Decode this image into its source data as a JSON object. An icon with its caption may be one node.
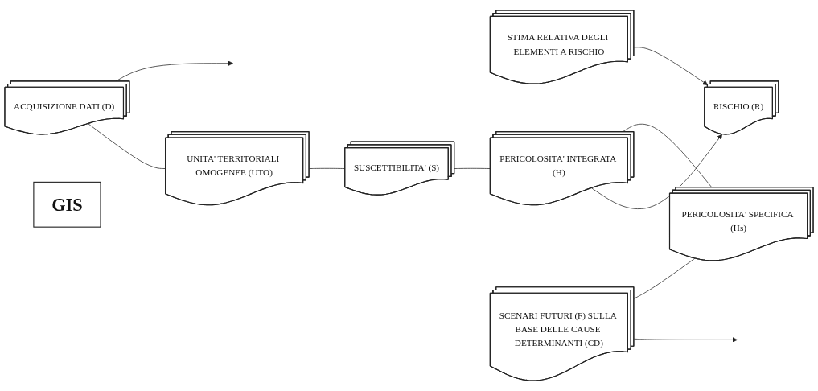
{
  "diagram": {
    "nodes": [
      {
        "text": [
          "UNITA' TERRITORIALI OMOGENEE (UTO)"
        ]
      },
      {
        "text": [
          "SUSCETTIBILITA' (S)"
        ]
      },
      {
        "text": [
          "STIMA RELATIVA DEGLI ELEMENTI A RISCHIO"
        ]
      },
      {
        "text": [
          "ACQUISIZIONE DATI (D)"
        ]
      },
      {
        "text": [
          "GIS"
        ]
      },
      {
        "text": [
          "PERICOLOSITA' INTEGRATA (H)"
        ]
      },
      {
        "text": [
          "RISCHIO (R)"
        ]
      },
      {
        "text": [
          "SCENARI FUTURI (F) SULLA BASE DELLE CAUSE DETERMINANTI (CD)"
        ]
      },
      {
        "text": [
          "PERICOLOSITA' SPECIFICA (Hs)"
        ]
      }
    ],
    "edges": [
      {
        "from": 3,
        "to": null,
        "arrow": "to"
      },
      {
        "from": 3,
        "to": 0,
        "arrow": "none"
      },
      {
        "from": 0,
        "to": 1,
        "arrow": "none"
      },
      {
        "from": 1,
        "to": 5,
        "arrow": "none"
      },
      {
        "from": 5,
        "to": 8,
        "arrow": "none"
      },
      {
        "from": 7,
        "to": 8,
        "arrow": "none"
      },
      {
        "from": 7,
        "to": null,
        "arrow": "to"
      },
      {
        "from": 5,
        "to": 6,
        "arrow": "to"
      },
      {
        "from": 2,
        "to": 6,
        "arrow": "to"
      }
    ]
  }
}
